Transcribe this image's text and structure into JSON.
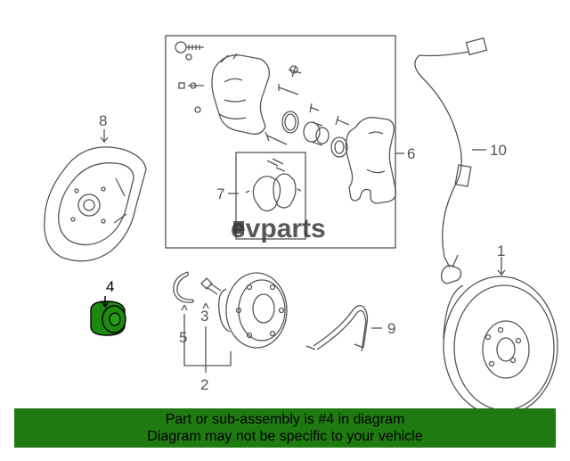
{
  "diagram": {
    "callouts": [
      {
        "id": "1",
        "label": "1",
        "highlighted": false
      },
      {
        "id": "2",
        "label": "2",
        "highlighted": false
      },
      {
        "id": "3",
        "label": "3",
        "highlighted": false
      },
      {
        "id": "4",
        "label": "4",
        "highlighted": true
      },
      {
        "id": "5",
        "label": "5",
        "highlighted": false
      },
      {
        "id": "6",
        "label": "6",
        "highlighted": false
      },
      {
        "id": "7",
        "label": "7",
        "highlighted": false
      },
      {
        "id": "8",
        "label": "8",
        "highlighted": false
      },
      {
        "id": "9",
        "label": "9",
        "highlighted": false
      },
      {
        "id": "10",
        "label": "10",
        "highlighted": false
      }
    ],
    "watermark": "evparts",
    "highlight_color": "#1f8a10",
    "line_color": "#555555"
  },
  "banner": {
    "line1": "Part or sub-assembly is #4 in diagram",
    "line2": "Diagram may not be specific to your vehicle",
    "color": "#1f7a12"
  }
}
